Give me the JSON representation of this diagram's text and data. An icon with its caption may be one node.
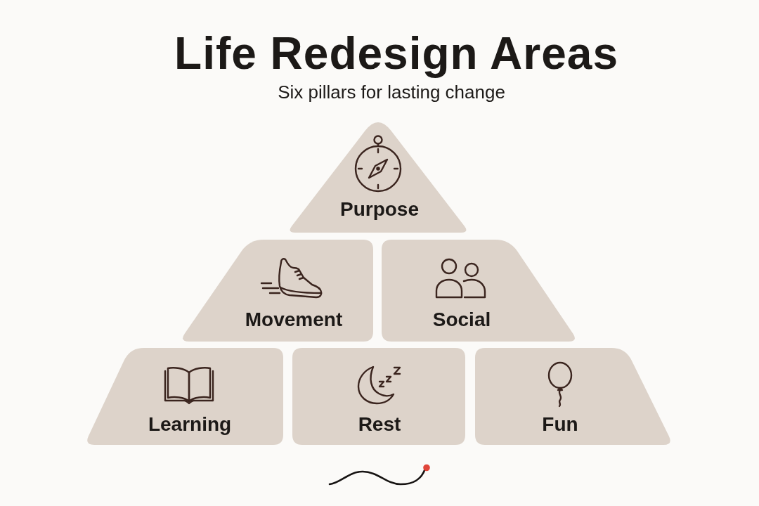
{
  "diagram": {
    "title": "Life Redesign Areas",
    "nodes": [
      {
        "text": [
          "Purpose"
        ]
      },
      {
        "text": [
          "Movement"
        ]
      },
      {
        "text": [
          "Social"
        ]
      },
      {
        "text": [
          "Learning"
        ]
      },
      {
        "text": [
          "Rest"
        ]
      },
      {
        "text": [
          "Fun"
        ]
      }
    ],
    "labels": [
      "Six pillars for lasting change"
    ]
  }
}
